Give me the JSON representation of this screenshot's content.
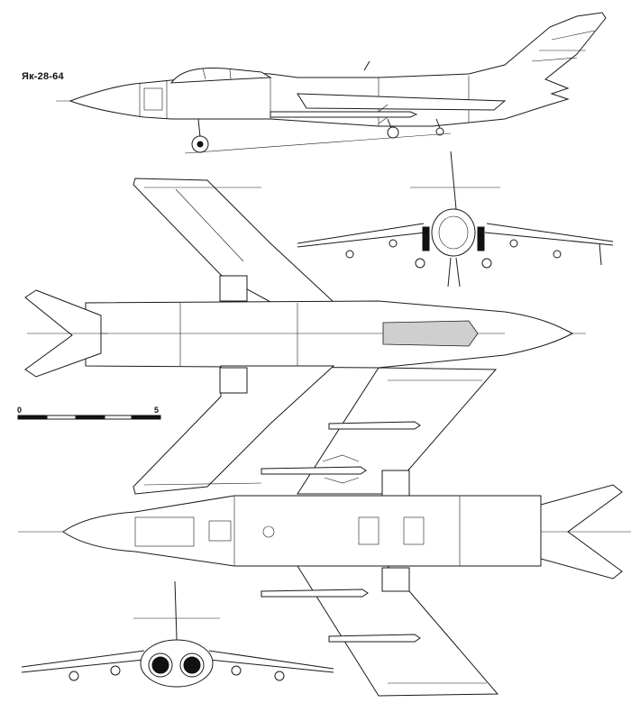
{
  "drawing": {
    "designation": "Як-28-64",
    "scale_bar": {
      "start_label": "0",
      "end_label": "5",
      "unit_segments": 5
    }
  }
}
